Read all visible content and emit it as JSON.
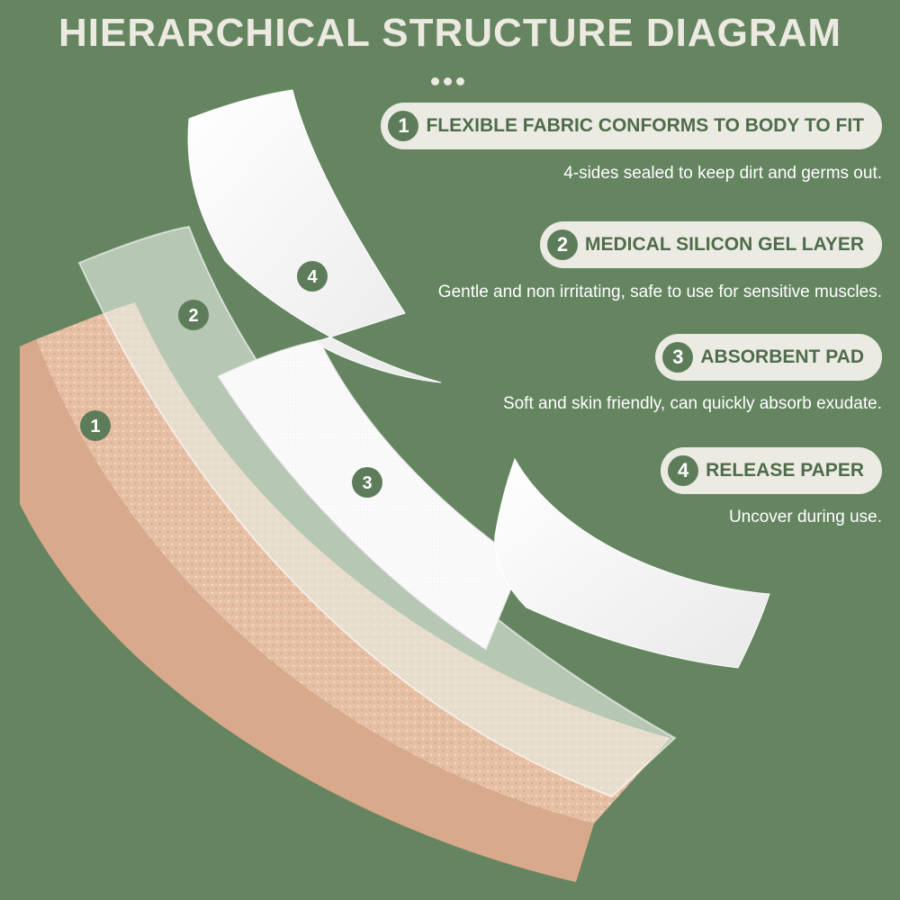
{
  "title": "HIERARCHICAL STRUCTURE DIAGRAM",
  "colors": {
    "background": "#648560",
    "pill_background": "#ecebe3",
    "accent_green": "#5d7d5a",
    "fabric_layer": "#e8bfa4"
  },
  "layers": [
    {
      "number": "1",
      "heading": "FLEXIBLE FABRIC CONFORMS TO BODY TO FIT",
      "description": "4-sides sealed to keep dirt and germs out."
    },
    {
      "number": "2",
      "heading": "MEDICAL SILICON GEL LAYER",
      "description": "Gentle and non irritating, safe to use for sensitive muscles."
    },
    {
      "number": "3",
      "heading": "ABSORBENT PAD",
      "description": "Soft and skin friendly, can quickly absorb exudate."
    },
    {
      "number": "4",
      "heading": "RELEASE PAPER",
      "description": "Uncover during use."
    }
  ],
  "diagram_markers": [
    "1",
    "2",
    "3",
    "4"
  ]
}
